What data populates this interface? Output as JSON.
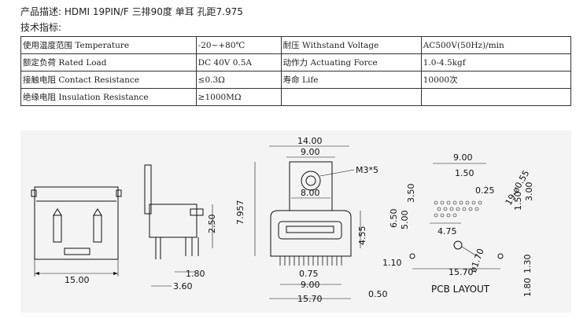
{
  "product": {
    "label": "产品描述:",
    "desc": "HDMI 19PIN/F 三排90度 单耳 孔距7.975"
  },
  "spec_heading": "技术指标:",
  "specs": [
    {
      "n1": "使用温度范围 Temperature",
      "v1": "-20~+80℃",
      "n2": "耐压 Withstand Voltage",
      "v2": "AC500V(50Hz)/min"
    },
    {
      "n1": "额定负荷 Rated Load",
      "v1": "DC 40V 0.5A",
      "n2": "动作力 Actuating Force",
      "v2": "1.0-4.5kgf"
    },
    {
      "n1": "接触电阻 Contact Resistance",
      "v1": "≤0.3Ω",
      "n2": "寿命 Life",
      "v2": "10000次"
    },
    {
      "n1": "绝缘电阻 Insulation Resistance",
      "v1": "≥1000MΩ",
      "n2": "",
      "v2": ""
    }
  ],
  "drawing": {
    "front_width": "15.00",
    "side": {
      "pin_h": "2.50",
      "d1": "1.80",
      "d2": "3.60"
    },
    "top": {
      "w_overall": "14.00",
      "w_body": "9.00",
      "screw": "M3*5",
      "d_800": "8.00",
      "h_total": "7.957",
      "h_455": "4.55",
      "pin_pitch": "0.75",
      "w_900b": "9.00",
      "w_1570": "15.70",
      "off": "0.50"
    },
    "pcb": {
      "w_900": "9.00",
      "d_150a": "1.50",
      "d_025": "0.25",
      "holes": "19-ø0.55",
      "d_300": "3.00",
      "d_150b": "1.50",
      "d_350": "3.50",
      "d_650": "6.50",
      "d_500": "5.00",
      "d_475": "4.75",
      "d_110": "1.10",
      "d_1570": "15.70",
      "d_170": "ø1.70",
      "d_130": "1.30",
      "d_180": "1.80",
      "title": "PCB LAYOUT"
    }
  }
}
